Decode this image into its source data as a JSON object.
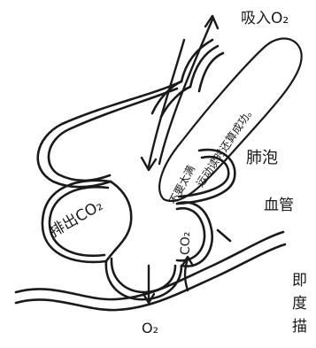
{
  "labels": {
    "inhale_o2": "吸入O₂",
    "exhale_co2": "排出CO₂",
    "alveolus": "肺泡",
    "blood_vessel": "血管",
    "co2": "CO₂",
    "o2": "O₂",
    "balloon_note_1": "不要太满",
    "balloon_note_2": "运动读时还算成功。",
    "signature": "即\n度\n描"
  },
  "colors": {
    "ink": "#1a1a1a",
    "paper": "#ffffff"
  }
}
